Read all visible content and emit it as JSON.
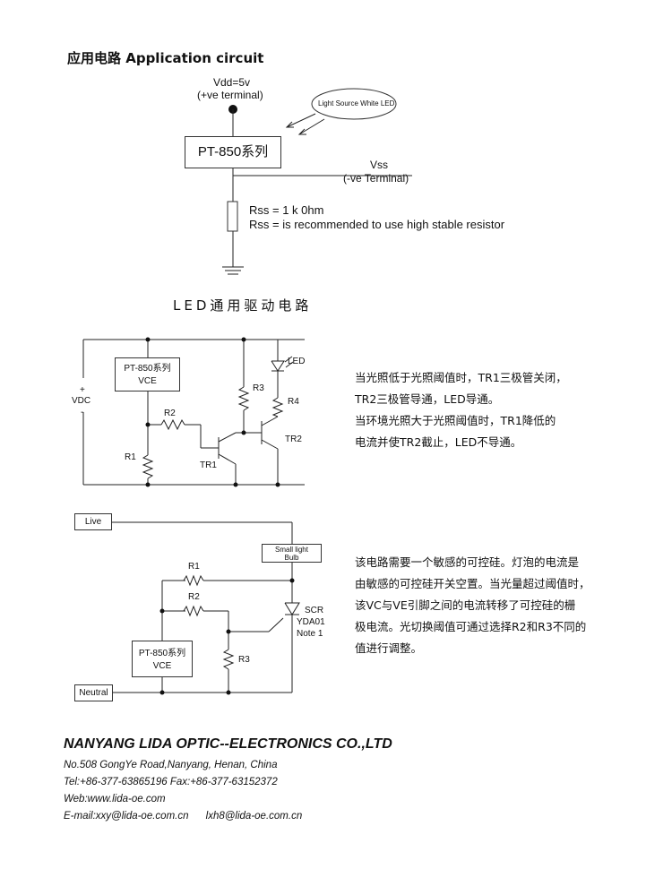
{
  "section_title": "应用电路  Application circuit",
  "circuit1": {
    "vdd": "Vdd=5v",
    "vdd_sub": "(+ve terminal)",
    "light_source": "Light Source White LED",
    "chip": "PT-850系列",
    "vss": "Vss",
    "vss_sub": "(-ve Terminal)",
    "rss_value": "Rss = 1 k 0hm",
    "rss_note": "Rss = is recommended to use high stable resistor"
  },
  "led_title": "LED通用驱动电路",
  "circuit2": {
    "chip": "PT-850系列",
    "chip_pin": "VCE",
    "plus": "+",
    "vdc": "VDC",
    "minus": "-",
    "r1": "R1",
    "r2": "R2",
    "r3": "R3",
    "r4": "R4",
    "led": "LED",
    "tr1": "TR1",
    "tr2": "TR2",
    "description": [
      "当光照低于光照阈值时，TR1三极管关闭，",
      "TR2三极管导通，LED导通。",
      "当环境光照大于光照阈值时，TR1降低的",
      "电流并使TR2截止，LED不导通。"
    ]
  },
  "circuit3": {
    "live": "Live",
    "neutral": "Neutral",
    "bulb_line1": "Small light",
    "bulb_line2": "Bulb",
    "r1": "R1",
    "r2": "R2",
    "r3": "R3",
    "scr": "SCR",
    "scr_model": "YDA01",
    "scr_note": "Note 1",
    "chip": "PT-850系列",
    "chip_pin": "VCE",
    "description": [
      "该电路需要一个敏感的可控硅。灯泡的电流是",
      "由敏感的可控硅开关空置。当光量超过阈值时，",
      "该VC与VE引脚之间的电流转移了可控硅的栅",
      "极电流。光切换阈值可通过选择R2和R3不同的",
      "值进行调整。"
    ]
  },
  "company": {
    "name": "NANYANG LIDA OPTIC--ELECTRONICS CO.,LTD",
    "address": "No.508 GongYe Road,Nanyang, Henan, China",
    "phone": "Tel:+86-377-63865196 Fax:+86-377-63152372",
    "web": "Web:www.lida-oe.com",
    "email": "E-mail:xxy@lida-oe.com.cn      lxh8@lida-oe.com.cn"
  }
}
